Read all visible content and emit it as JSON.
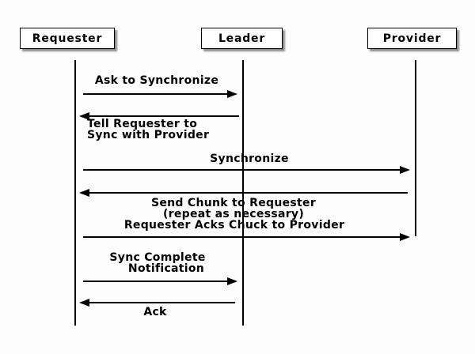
{
  "diagram": {
    "type": "sequence-diagram",
    "actors": [
      {
        "name": "Requester"
      },
      {
        "name": "Leader"
      },
      {
        "name": "Provider"
      }
    ],
    "messages": [
      {
        "from": "Requester",
        "to": "Leader",
        "direction": "right",
        "lines": [
          "Ask to Synchronize"
        ]
      },
      {
        "from": "Leader",
        "to": "Requester",
        "direction": "left",
        "lines": [
          "Tell Requester to",
          "Sync with Provider"
        ]
      },
      {
        "from": "Requester",
        "to": "Provider",
        "direction": "right",
        "lines": [
          "Synchronize"
        ]
      },
      {
        "from": "Provider",
        "to": "Requester",
        "direction": "left",
        "lines": [
          "Send Chunk to Requester",
          "(repeat as necessary)",
          "Requester Acks Chuck to Provider"
        ]
      },
      {
        "from": "Requester",
        "to": "Provider",
        "direction": "right",
        "lines": []
      },
      {
        "from": "Requester",
        "to": "Leader",
        "direction": "right",
        "lines": [
          "Sync Complete",
          "Notification"
        ]
      },
      {
        "from": "Leader",
        "to": "Requester",
        "direction": "left",
        "lines": [
          "Ack"
        ]
      }
    ],
    "colors": {
      "line": "#000000",
      "box_fill": "#ffffff",
      "background": "#fdfdfd"
    }
  }
}
